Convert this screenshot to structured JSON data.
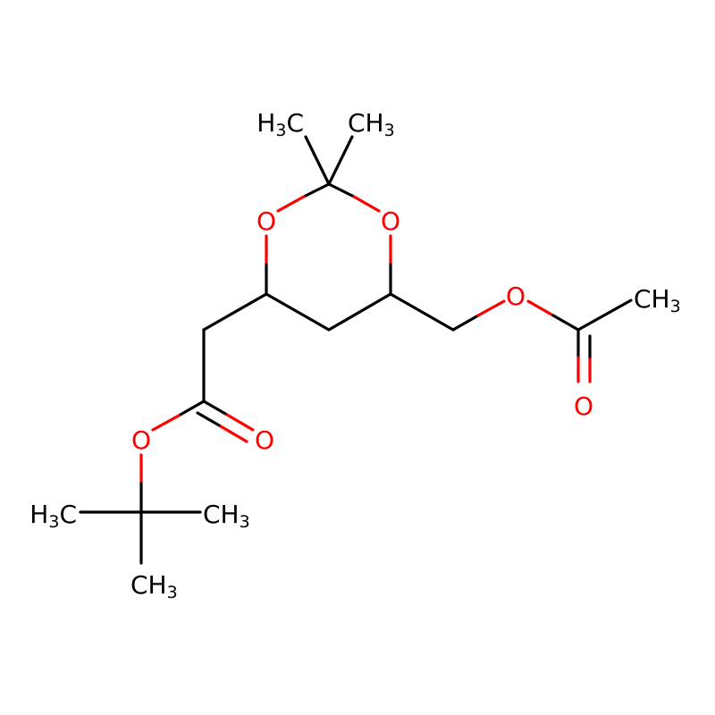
{
  "molecule": {
    "colors": {
      "carbon": "#000000",
      "oxygen": "#ff0000",
      "background": "#ffffff"
    },
    "labels": {
      "ring_o_left": "O",
      "ring_o_right": "O",
      "methyl_top_left": {
        "main": "H",
        "sub": "3",
        "tail": "C"
      },
      "methyl_top_right": {
        "main": "CH",
        "sub": "3"
      },
      "ester_o_single": "O",
      "ester_o_double": "O",
      "acetate_o_single": "O",
      "acetate_o_double": "O",
      "acetyl_methyl": {
        "main": "CH",
        "sub": "3"
      },
      "tbu_methyl_left": {
        "main": "H",
        "sub": "3",
        "tail": "C"
      },
      "tbu_methyl_right": {
        "main": "CH",
        "sub": "3"
      },
      "tbu_methyl_bottom": {
        "main": "CH",
        "sub": "3"
      }
    }
  }
}
